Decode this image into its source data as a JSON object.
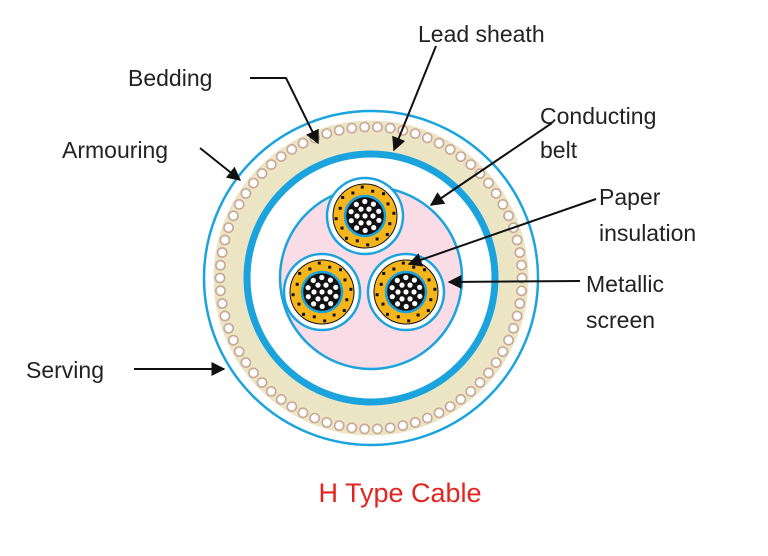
{
  "labels": {
    "lead_sheath": "Lead sheath",
    "bedding": "Bedding",
    "armouring": "Armouring",
    "conducting_belt_1": "Conducting",
    "conducting_belt_2": "belt",
    "paper_insulation_1": "Paper",
    "paper_insulation_2": "insulation",
    "metallic_screen_1": "Metallic",
    "metallic_screen_2": "screen",
    "serving": "Serving"
  },
  "caption": "H Type Cable",
  "colors": {
    "blue": "#1aa3dd",
    "bedding": "#ece5c4",
    "belt_fill": "#f9dce5",
    "insulation": "#f5b51b",
    "conductor": "#111111",
    "caption": "#e2261f",
    "text": "#222222",
    "arrow": "#111111",
    "armour_wire": "#c9a695"
  },
  "icons": {
    "arrow": "arrowhead-icon"
  }
}
